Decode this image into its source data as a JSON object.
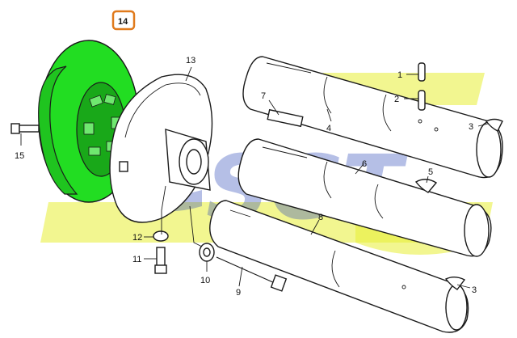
{
  "diagram": {
    "highlight_color": "#22dd22",
    "badge_color": "#e07a1c",
    "watermark_text": "SGT",
    "callouts": {
      "c1": "1",
      "c2": "2",
      "c3a": "3",
      "c3b": "3",
      "c4": "4",
      "c5": "5",
      "c6": "6",
      "c7": "7",
      "c8": "8",
      "c9": "9",
      "c10": "10",
      "c11": "11",
      "c12": "12",
      "c13": "13",
      "c14": "14",
      "c15": "15"
    }
  }
}
